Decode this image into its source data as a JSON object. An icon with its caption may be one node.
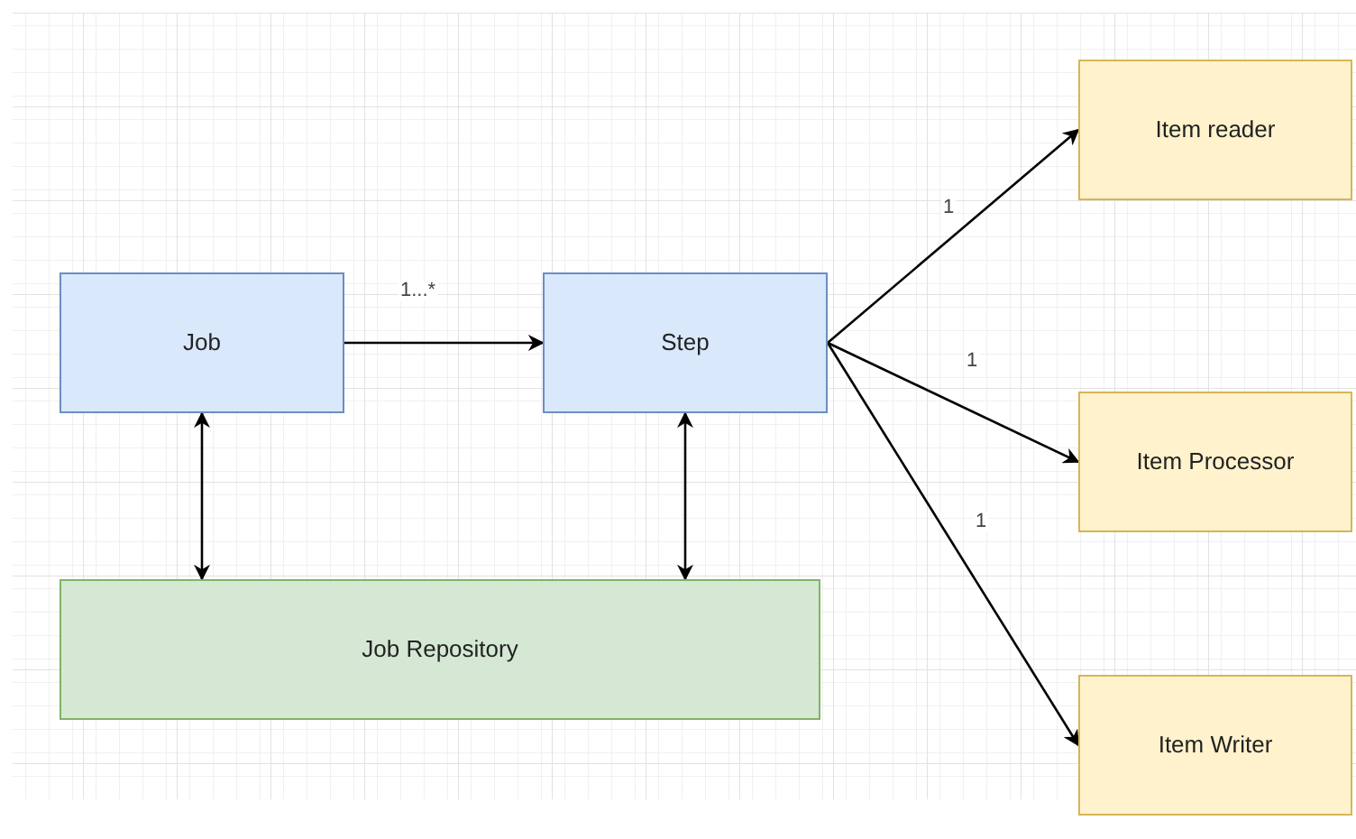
{
  "diagram": {
    "nodes": [
      {
        "text": [
          "Job"
        ]
      },
      {
        "text": [
          "Step"
        ]
      },
      {
        "text": [
          "Job Repository"
        ]
      },
      {
        "text": [
          "Item reader"
        ]
      },
      {
        "text": [
          "Item Processor"
        ]
      },
      {
        "text": [
          "Item Writer"
        ]
      }
    ],
    "edges": [
      {
        "from": 0,
        "to": 1,
        "arrow": "to",
        "label": "1...*"
      },
      {
        "from": 0,
        "to": 2,
        "arrow": "both"
      },
      {
        "from": 1,
        "to": 2,
        "arrow": "both"
      },
      {
        "from": 1,
        "to": 3,
        "arrow": "to",
        "label": "1"
      },
      {
        "from": 1,
        "to": 4,
        "arrow": "to",
        "label": "1"
      },
      {
        "from": 1,
        "to": 5,
        "arrow": "to",
        "label": "1"
      }
    ]
  }
}
